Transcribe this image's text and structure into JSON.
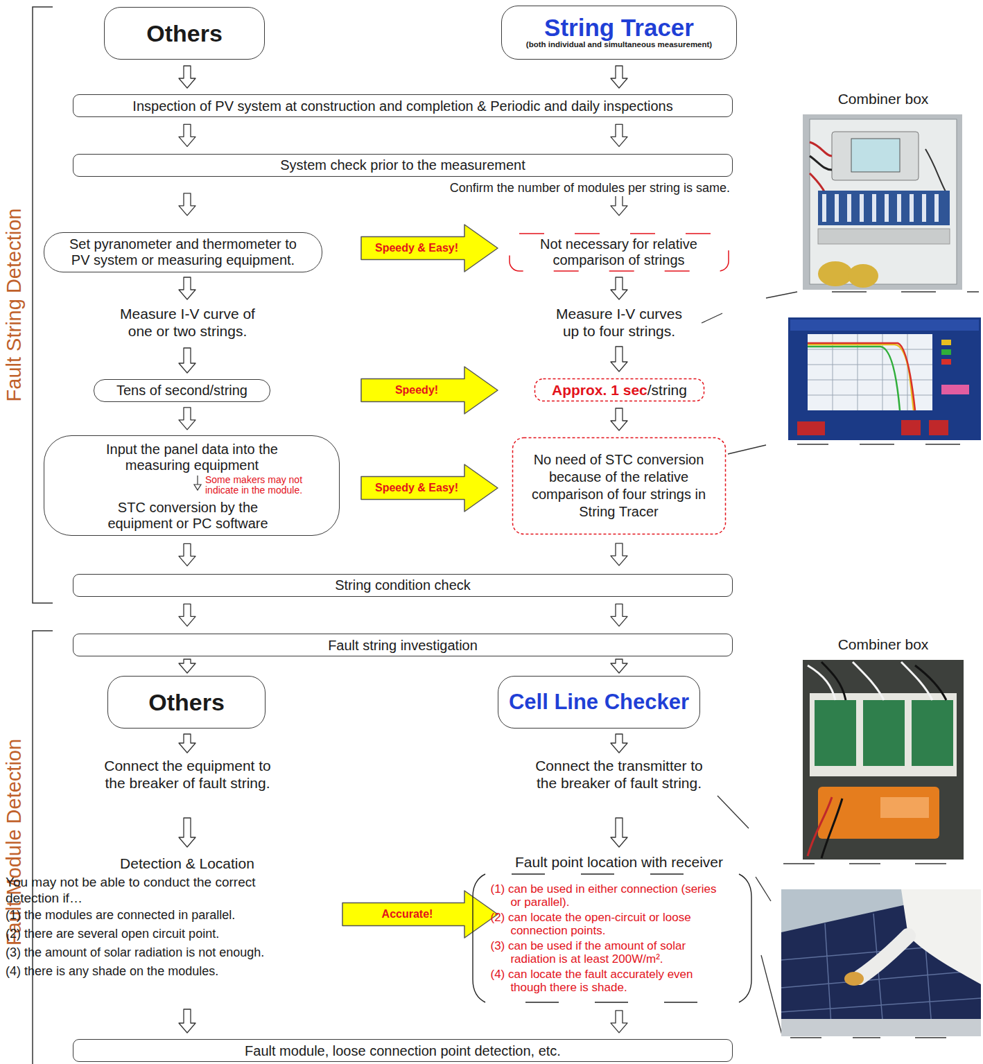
{
  "diagram": {
    "nodes": [
      {
        "text": [
          "Others"
        ]
      },
      {
        "text": [
          "String Tracer",
          "(both individual and simultaneous measurement)"
        ]
      },
      {
        "text": [
          "Inspection of PV system at construction and completion & Periodic and daily inspections"
        ]
      },
      {
        "text": [
          "System check prior to the measurement"
        ]
      },
      {
        "text": [
          "Set pyranometer and thermometer to PV system or measuring equipment."
        ]
      },
      {
        "text": [
          "Speedy & Easy!"
        ]
      },
      {
        "text": [
          "Not necessary for relative comparison of strings"
        ]
      },
      {
        "text": [
          "Tens of second/string"
        ]
      },
      {
        "text": [
          "Speedy!"
        ]
      },
      {
        "text": [
          "Approx. 1 sec",
          "/string"
        ]
      },
      {
        "text": [
          "Input the panel data into the measuring equipment",
          "Some makers may not indicate in the module.",
          "STC conversion by the equipment or PC software"
        ]
      },
      {
        "text": [
          "Speedy & Easy!"
        ]
      },
      {
        "text": [
          "No need of STC conversion because of the relative comparison of four strings in String Tracer"
        ]
      },
      {
        "text": [
          "String condition check"
        ]
      },
      {
        "text": [
          "Fault string investigation"
        ]
      },
      {
        "text": [
          "Others"
        ]
      },
      {
        "text": [
          "Cell Line Checker"
        ]
      },
      {
        "text": [
          "Accurate!"
        ]
      },
      {
        "text": [
          "(1) can be used in either connection (series or parallel).",
          "(2) can locate the open-circuit or loose connection points.",
          "(3) can be used if the amount of solar radiation is at least 200W/m².",
          "(4) can locate the fault accurately even though there is shade."
        ]
      },
      {
        "text": [
          "Fault module, loose connection point detection, etc."
        ]
      }
    ],
    "edges": [
      {
        "from": 0,
        "to": 2,
        "arrow": "to"
      },
      {
        "from": 1,
        "to": 2,
        "arrow": "to"
      },
      {
        "from": 2,
        "to": 3,
        "arrow": "to"
      },
      {
        "from": 2,
        "to": 3,
        "arrow": "to"
      },
      {
        "from": 3,
        "to": 4,
        "arrow": "to"
      },
      {
        "from": 3,
        "to": 6,
        "arrow": "to"
      },
      {
        "from": 7,
        "to": 10,
        "arrow": "to"
      },
      {
        "from": 9,
        "to": 12,
        "arrow": "to"
      },
      {
        "from": 10,
        "to": 13,
        "arrow": "to"
      },
      {
        "from": 12,
        "to": 13,
        "arrow": "to"
      },
      {
        "from": 13,
        "to": 14,
        "arrow": "to"
      },
      {
        "from": 13,
        "to": 14,
        "arrow": "to"
      },
      {
        "from": 14,
        "to": 15,
        "arrow": "to"
      },
      {
        "from": 14,
        "to": 16,
        "arrow": "to"
      },
      {
        "from": 18,
        "to": 19,
        "arrow": "to"
      }
    ],
    "labels": [
      "Fault String Detection",
      "Confirm the number of modules per string is same.",
      "Measure I-V curve of one or two strings.",
      "Measure I-V curves up to four strings.",
      "Combiner box",
      "Fault Module Detection",
      "Combiner box",
      "Connect the equipment to the breaker of fault string.",
      "Connect the transmitter to the breaker of fault string.",
      "Detection & Location",
      "Fault point location with receiver",
      "You may not be able to conduct the correct detection if…",
      "(1) the modules are connected in parallel.",
      "(2) there are several open circuit point.",
      "(3) the amount of solar radiation is not enough.",
      "(4) there is any shade on the modules."
    ]
  }
}
